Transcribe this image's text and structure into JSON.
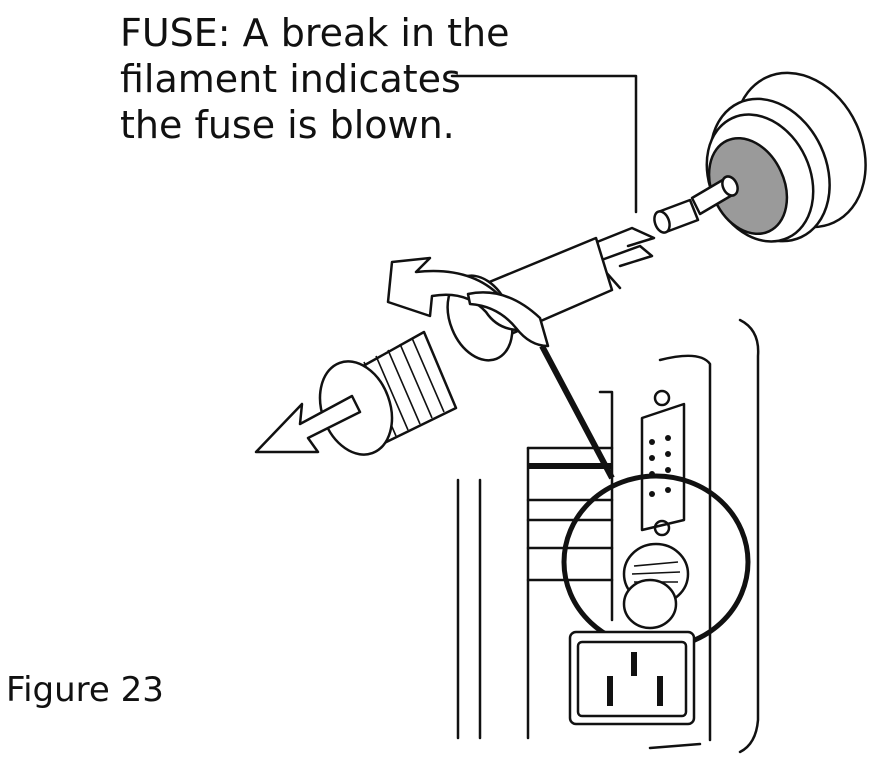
{
  "caption": {
    "line1": "FUSE: A break in the",
    "line2": "filament indicates",
    "line3": "the fuse is blown."
  },
  "figure_label": "Figure 23",
  "colors": {
    "ink": "#111111",
    "cap_face": "#9a9a9a",
    "background": "#ffffff"
  },
  "icons": [
    "fuse-holder-cap-icon",
    "fuse-icon",
    "knob-icon",
    "rotate-arrow-icon",
    "pull-arrow-icon",
    "serial-port-icon",
    "power-socket-icon"
  ]
}
